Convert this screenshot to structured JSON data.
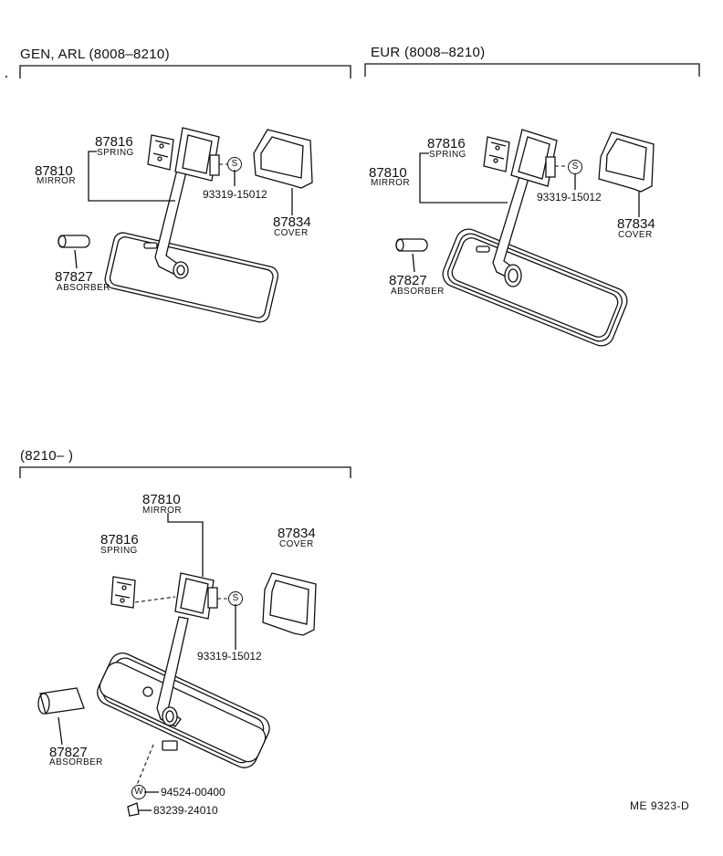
{
  "sections": [
    {
      "header": "GEN, ARL  (8008–8210)",
      "labels": {
        "mirror_pn": "87810",
        "mirror_name": "MIRROR",
        "spring_pn": "87816",
        "spring_name": "SPRING",
        "screw_pn": "93319-15012",
        "cover_pn": "87834",
        "cover_name": "COVER",
        "absorber_pn": "87827",
        "absorber_name": "ABSORBER"
      }
    },
    {
      "header": "EUR  (8008–8210)",
      "labels": {
        "mirror_pn": "87810",
        "mirror_name": "MIRROR",
        "spring_pn": "87816",
        "spring_name": "SPRING",
        "screw_pn": "93319-15012",
        "cover_pn": "87834",
        "cover_name": "COVER",
        "absorber_pn": "87827",
        "absorber_name": "ABSORBER"
      }
    },
    {
      "header": "(8210–       )",
      "labels": {
        "mirror_pn": "87810",
        "mirror_name": "MIRROR",
        "spring_pn": "87816",
        "spring_name": "SPRING",
        "screw_pn": "93319-15012",
        "cover_pn": "87834",
        "cover_name": "COVER",
        "absorber_pn": "87827",
        "absorber_name": "ABSORBER",
        "washer_pn": "94524-00400",
        "bolt_pn": "83239-24010"
      }
    }
  ],
  "symbols": {
    "screw": "S",
    "washer": "W"
  },
  "footer_code": "ME  9323-D"
}
